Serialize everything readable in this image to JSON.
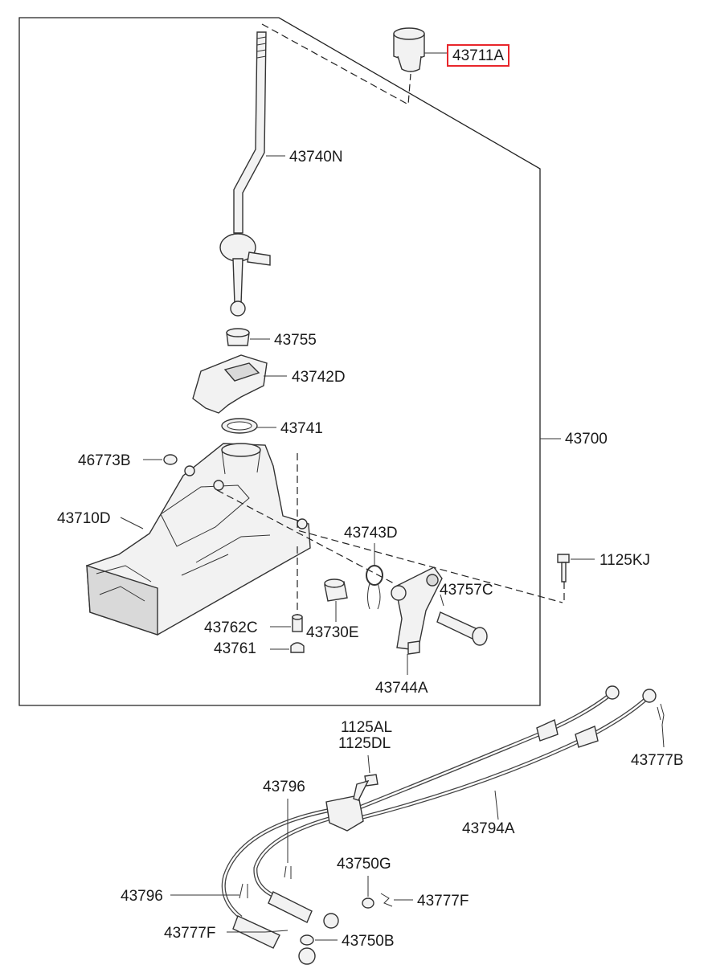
{
  "diagram": {
    "labels": {
      "knob": "43711A",
      "lever": "43740N",
      "bush_upper": "43755",
      "guide_plate": "43742D",
      "ring": "43741",
      "assembly": "43700",
      "grommet": "46773B",
      "housing": "43710D",
      "spring": "43743D",
      "bolt_upper": "1125KJ",
      "lever_pin": "43757C",
      "sleeve_small": "43762C",
      "bush_housing": "43730E",
      "cap_small": "43761",
      "select_lever": "43744A",
      "bolt_lower_a": "1125AL",
      "bolt_lower_b": "1125DL",
      "clip_right": "43777B",
      "clip_upper": "43796",
      "cable": "43794A",
      "washer": "43750G",
      "clip_left": "43796",
      "clip_mid": "43777F",
      "pin_left": "43777F",
      "washer_lower": "43750B"
    },
    "highlight_color": "#e8262b"
  }
}
